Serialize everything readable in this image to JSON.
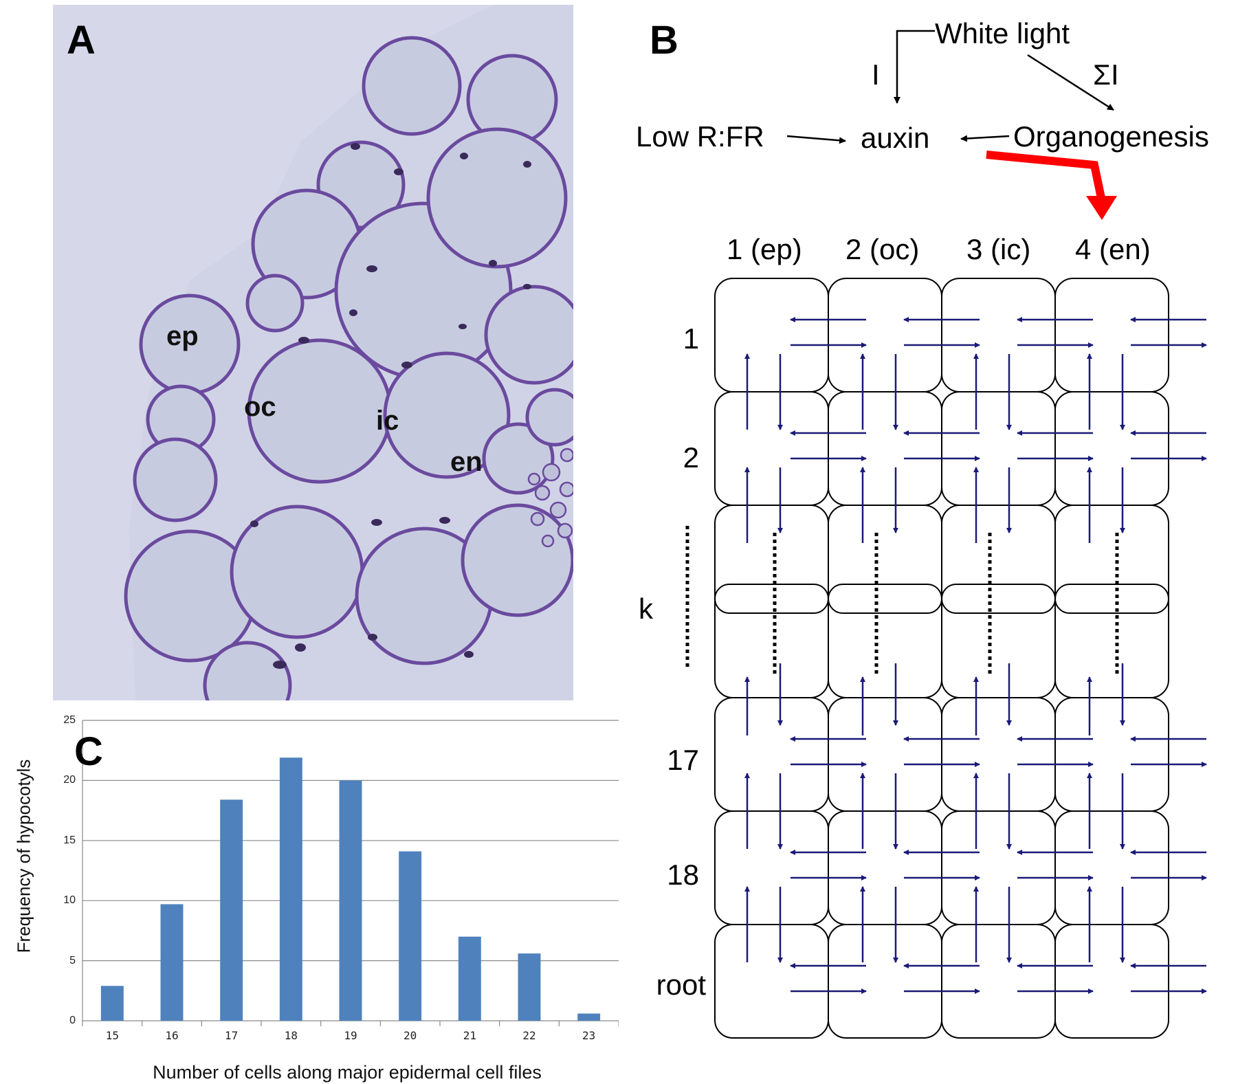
{
  "panel_a": {
    "letter": "A",
    "labels": {
      "ep": "ep",
      "oc": "oc",
      "ic": "ic",
      "en": "en"
    },
    "colors": {
      "background": "#c9cde1",
      "wall": "#6a4a9e",
      "nucleus": "#3a2a5a"
    }
  },
  "panel_b": {
    "letter": "B",
    "white_light": "White light",
    "i_label": "I",
    "sigma_label": "ΣI",
    "low_rfr": "Low R:FR",
    "auxin": "auxin",
    "organogenesis": "Organogenesis",
    "columns": [
      "1 (ep)",
      "2 (oc)",
      "3 (ic)",
      "4 (en)"
    ],
    "rows": [
      "1",
      "2",
      "k",
      "17",
      "18",
      "root"
    ],
    "colors": {
      "arrow": "#1a1a78",
      "highlight_arrow": "#ff0000",
      "cell_border": "#000000"
    }
  },
  "chart_data": {
    "type": "bar",
    "letter": "C",
    "categories": [
      "15",
      "16",
      "17",
      "18",
      "19",
      "20",
      "21",
      "22",
      "23"
    ],
    "values": [
      2.9,
      9.7,
      18.4,
      21.9,
      20.0,
      14.1,
      7.0,
      5.6,
      0.6
    ],
    "xlabel": "Number of cells along major epidermal cell files",
    "ylabel": "Frequency of hypocotyls",
    "ylim": [
      0,
      25
    ],
    "yticks": [
      "0",
      "5",
      "10",
      "15",
      "20",
      "25"
    ],
    "grid": true,
    "bar_color": "#4f81bd"
  }
}
